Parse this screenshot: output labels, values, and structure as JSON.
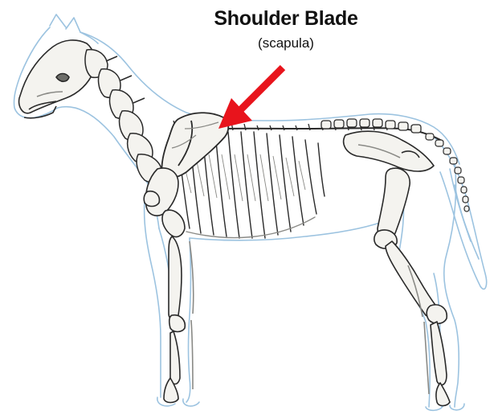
{
  "label": {
    "title": "Shoulder Blade",
    "subtitle": "(scapula)"
  },
  "colors": {
    "outline": "#9cc3e0",
    "bone": "#f4f3ef",
    "bone_stroke": "#2a2a2a",
    "bone_shade": "#8a8a86",
    "arrow": "#e8141c",
    "text": "#111111"
  },
  "pointer": {
    "target": "scapula"
  }
}
